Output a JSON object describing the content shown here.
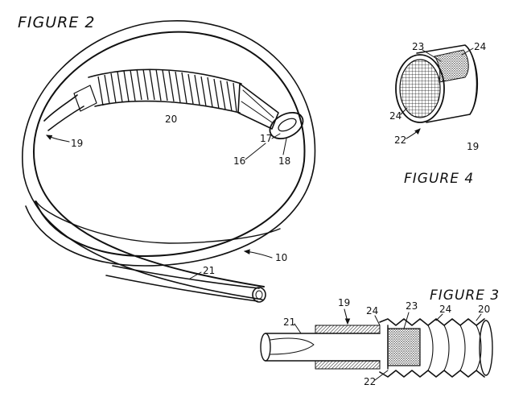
{
  "figures": {
    "fig2": "FIGURE 2",
    "fig3": "FIGURE 3",
    "fig4": "FIGURE 4"
  },
  "fig2_refs": {
    "r10": "10",
    "r16": "16",
    "r17": "17",
    "r18": "18",
    "r19": "19",
    "r20": "20",
    "r21": "21"
  },
  "fig4_refs": {
    "r19": "19",
    "r22": "22",
    "r23": "23",
    "r24_top": "24",
    "r24_left": "24"
  },
  "fig3_refs": {
    "r19": "19",
    "r20": "20",
    "r21": "21",
    "r22": "22",
    "r23": "23",
    "r24_a": "24",
    "r24_b": "24"
  }
}
